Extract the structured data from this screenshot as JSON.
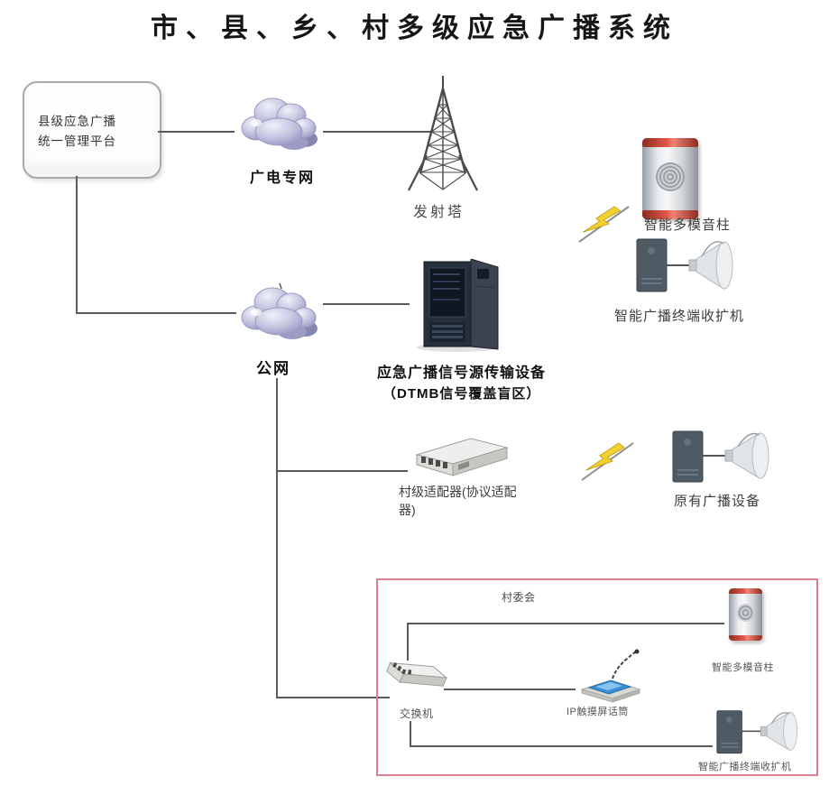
{
  "title": "市、县、乡、村多级应急广播系统",
  "platform": {
    "line1": "县级应急广播",
    "line2": "统一管理平台"
  },
  "networks": {
    "broadcast": "广电专网",
    "public": "公网"
  },
  "tower": {
    "label": "发射塔"
  },
  "column_top": {
    "label": "智能多模音柱"
  },
  "amp_top": {
    "label": "智能广播终端收扩机"
  },
  "cabinet": {
    "line1": "应急广播信号源传输设备",
    "line2": "（DTMB信号覆盖盲区）"
  },
  "adapter": {
    "line1": "村级适配器(协议适配",
    "line2": "器)"
  },
  "legacy": {
    "label": "原有广播设备"
  },
  "village": {
    "title": "村委会",
    "switch_label": "交换机",
    "mic_label": "IP触摸屏话筒",
    "column_label": "智能多模音柱",
    "amp_label": "智能广播终端收扩机"
  },
  "colors": {
    "line": "#5a5a5a",
    "village_border": "#dd7f8f",
    "cloud": "#b9b9dc",
    "column_band_red": "#c0392b"
  }
}
